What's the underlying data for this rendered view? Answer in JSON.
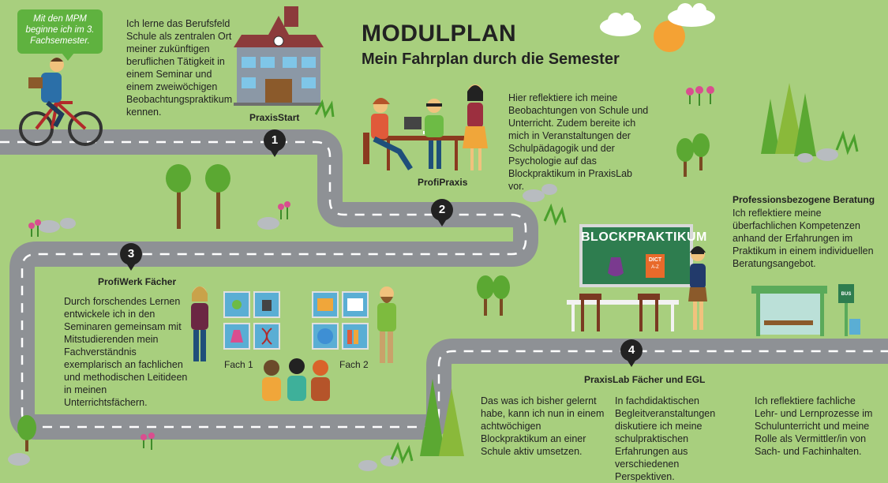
{
  "header": {
    "title": "MODULPLAN",
    "subtitle": "Mein Fahrplan durch die Semester"
  },
  "bubble": {
    "text": "Mit den MPM beginne ich im 3. Fachsemester."
  },
  "stations": [
    {
      "number": "1",
      "name": "PraxisStart",
      "text": "Ich lerne das Berufsfeld Schule als zentralen Ort meiner zukünftigen beruflichen Tätigkeit in einem Seminar und einem zweiwöchigen Beobachtungspraktikum kennen."
    },
    {
      "number": "2",
      "name": "ProfiPraxis",
      "text": "Hier reflektiere ich meine Beobachtungen von Schule und Unterricht. Zudem bereite ich mich in Veranstaltungen der Schulpädagogik und der Psychologie auf das Blockpraktikum in PraxisLab vor."
    },
    {
      "number": "3",
      "name": "ProfiWerk Fächer",
      "text": "Durch forschendes Lernen entwickele ich in den Seminaren gemeinsam mit Mitstudierenden mein Fachverständnis exemplarisch an fachlichen und methodischen Leitideen in meinen Unterrichtsfächern."
    },
    {
      "number": "4",
      "name": "PraxisLab Fächer und EGL",
      "text_a": "Das was ich bisher gelernt habe, kann ich nun in einem achtwöchigen Blockpraktikum an einer Schule aktiv umsetzen.",
      "text_b": "In fachdidaktischen Begleitveranstaltungen diskutiere ich meine schulpraktischen Erfahrungen aus verschiedenen Perspektiven.",
      "text_c": "Ich reflektiere fachliche Lehr- und Lernprozesse im Schulunterricht und meine Rolle als Vermittler/in von Sach- und Fachinhalten."
    }
  ],
  "beratung": {
    "title": "Professionsbezogene Beratung",
    "text": "Ich reflektiere meine überfachlichen Kompetenzen anhand der Erfahrungen im Praktikum in einem individuellen Beratungsangebot."
  },
  "labels": {
    "fach1": "Fach 1",
    "fach2": "Fach 2",
    "blackboard": "BLOCKPRAKTIKUM",
    "dict": "DICT",
    "dict_sub": "A-Z",
    "bus": "BUS"
  },
  "colors": {
    "background": "#a8cf7e",
    "road": "#8e9195",
    "marker": "#222222",
    "bubble": "#5fb23f",
    "blackboard": "#2e7d4f"
  }
}
